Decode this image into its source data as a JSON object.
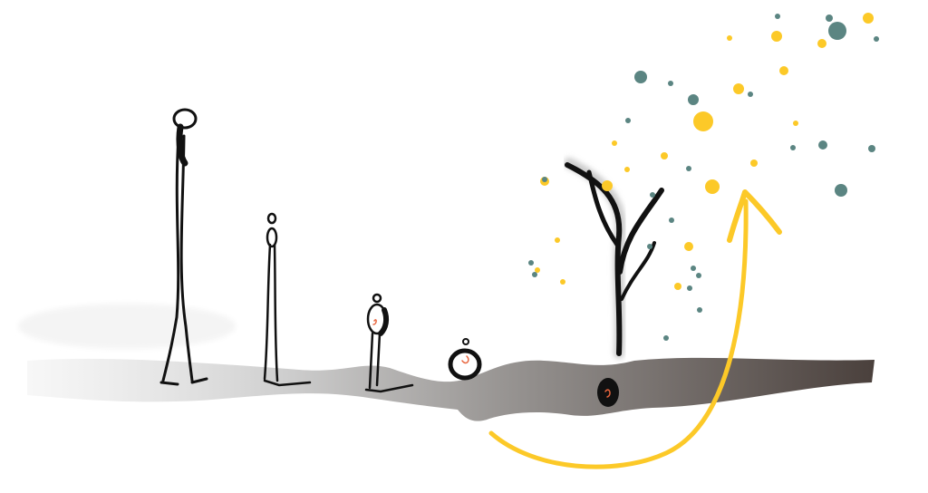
{
  "colors": {
    "background": "#ffffff",
    "ink": "#111111",
    "ground_start": "#e8e8e8",
    "ground_mid": "#9a9795",
    "ground_end": "#4a403c",
    "accent_yellow": "#fcc928",
    "accent_teal": "#5b8582",
    "seed_mark": "#e8643c"
  },
  "dots": {
    "yellow": [
      [
        857,
        40,
        6
      ],
      [
        958,
        20,
        6
      ],
      [
        907,
        48,
        5
      ],
      [
        865,
        78,
        5
      ],
      [
        776,
        134,
        11
      ],
      [
        815,
        98,
        6
      ],
      [
        786,
        206,
        8
      ],
      [
        670,
        205,
        6
      ],
      [
        601,
        200,
        5
      ],
      [
        760,
        272,
        5
      ],
      [
        748,
        316,
        4
      ],
      [
        832,
        180,
        4
      ],
      [
        878,
        136,
        3
      ],
      [
        692,
        187,
        3
      ],
      [
        678,
        158,
        3
      ],
      [
        733,
        172,
        4
      ],
      [
        805,
        42,
        3
      ],
      [
        615,
        265,
        3
      ],
      [
        621,
        311,
        3
      ],
      [
        593,
        298,
        3
      ]
    ],
    "teal": [
      [
        924,
        34,
        10
      ],
      [
        707,
        85,
        7
      ],
      [
        765,
        110,
        6
      ],
      [
        908,
        160,
        5
      ],
      [
        928,
        210,
        7
      ],
      [
        962,
        164,
        4
      ],
      [
        967,
        43,
        3
      ],
      [
        915,
        20,
        4
      ],
      [
        858,
        18,
        3
      ],
      [
        740,
        92,
        3
      ],
      [
        693,
        133,
        3
      ],
      [
        828,
        104,
        3
      ],
      [
        760,
        186,
        3
      ],
      [
        720,
        215,
        3
      ],
      [
        741,
        243,
        3
      ],
      [
        586,
        290,
        3
      ],
      [
        590,
        303,
        3
      ],
      [
        765,
        296,
        3
      ],
      [
        771,
        304,
        3
      ],
      [
        761,
        318,
        3
      ],
      [
        772,
        342,
        3
      ],
      [
        735,
        373,
        3
      ],
      [
        601,
        198,
        3
      ],
      [
        717,
        272,
        3
      ],
      [
        875,
        163,
        3
      ]
    ]
  }
}
